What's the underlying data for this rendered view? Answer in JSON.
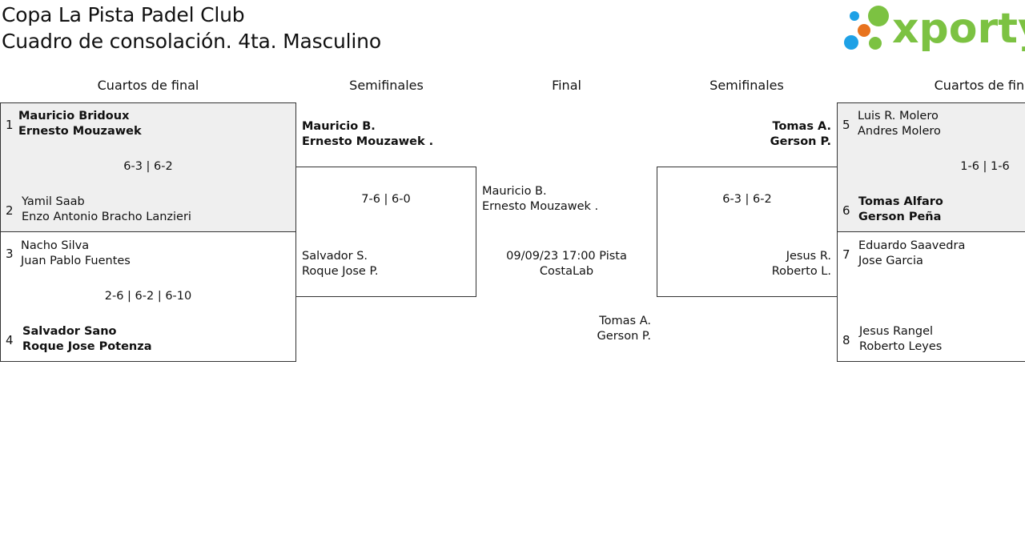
{
  "header": {
    "title": "Copa La Pista Padel Club",
    "subtitle": "Cuadro de consolación. 4ta. Masculino"
  },
  "logo": {
    "text": "xporty",
    "colors": {
      "green": "#7cc242",
      "blue": "#1ea1e6",
      "orange": "#e8731e"
    }
  },
  "rounds": {
    "left_qf": "Cuartos de final",
    "left_sf": "Semifinales",
    "final": "Final",
    "right_sf": "Semifinales",
    "right_qf": "Cuartos de final"
  },
  "left_qf": [
    {
      "top": {
        "seed": "1",
        "p1": "Mauricio Bridoux",
        "p2": "Ernesto Mouzawek",
        "winner": true
      },
      "score": "6-3 | 6-2",
      "bottom": {
        "seed": "2",
        "p1": "Yamil Saab",
        "p2": "Enzo Antonio Bracho Lanzieri",
        "winner": false
      }
    },
    {
      "top": {
        "seed": "3",
        "p1": "Nacho Silva",
        "p2": "Juan Pablo Fuentes",
        "winner": false
      },
      "score": "2-6 | 6-2 | 6-10",
      "bottom": {
        "seed": "4",
        "p1": "Salvador Sano",
        "p2": "Roque Jose Potenza",
        "winner": true
      }
    }
  ],
  "left_sf": {
    "top": {
      "p1": "Mauricio B.",
      "p2": "Ernesto Mouzawek .",
      "winner": true
    },
    "score": "7-6 | 6-0",
    "bottom": {
      "p1": "Salvador S.",
      "p2": "Roque Jose P.",
      "winner": false
    }
  },
  "final": {
    "top": {
      "p1": "Mauricio B.",
      "p2": "Ernesto Mouzawek ."
    },
    "schedule": "09/09/23 17:00 Pista CostaLab",
    "bottom": {
      "p1": "Tomas A.",
      "p2": "Gerson P."
    }
  },
  "right_sf": {
    "top": {
      "p1": "Tomas A.",
      "p2": "Gerson P.",
      "winner": true
    },
    "score": "6-3 | 6-2",
    "bottom": {
      "p1": "Jesus R.",
      "p2": "Roberto L.",
      "winner": false
    }
  },
  "right_qf": [
    {
      "top": {
        "seed": "5",
        "p1": "Luis R. Molero",
        "p2": "Andres Molero",
        "winner": false
      },
      "score": "1-6 | 1-6",
      "bottom": {
        "seed": "6",
        "p1": "Tomas Alfaro",
        "p2": "Gerson Peña",
        "winner": true
      }
    },
    {
      "top": {
        "seed": "7",
        "p1": "Eduardo Saavedra",
        "p2": "Jose Garcia",
        "winner": false
      },
      "score": "",
      "bottom": {
        "seed": "8",
        "p1": "Jesus Rangel",
        "p2": "Roberto Leyes",
        "winner": false
      }
    }
  ]
}
